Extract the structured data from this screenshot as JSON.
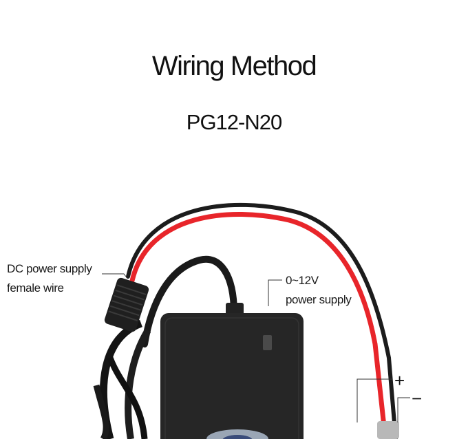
{
  "title": "Wiring Method",
  "model": "PG12-N20",
  "labels": {
    "dc_line1": "DC power supply",
    "dc_line2": "female wire",
    "psu_line1": "0~12V",
    "psu_line2": "power supply",
    "plus": "+",
    "minus": "−"
  },
  "colors": {
    "red_wire": "#e8252a",
    "black_wire": "#1c1c1c",
    "adapter_body": "#262626",
    "led": "#4a4a4a"
  }
}
